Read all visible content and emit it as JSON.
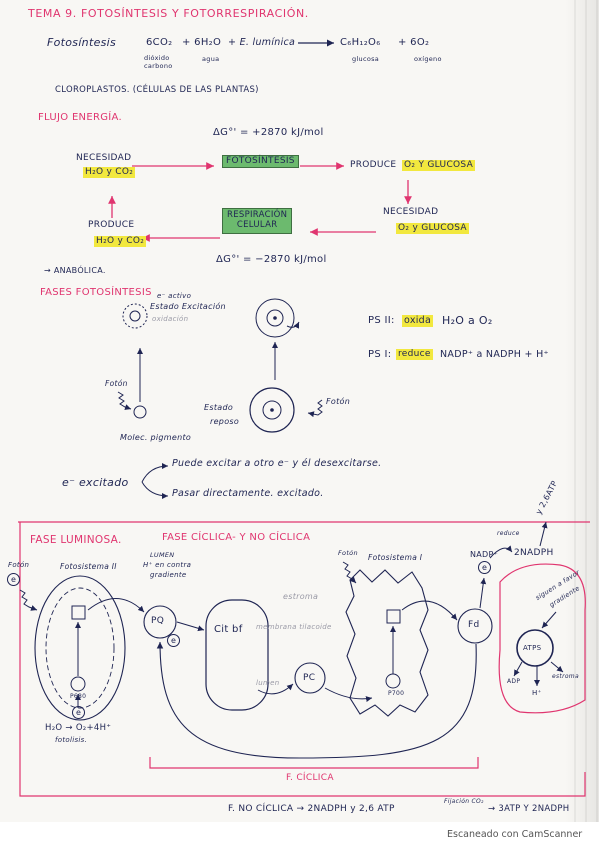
{
  "colors": {
    "ink": "#1f2553",
    "pink": "#e0356f",
    "highlight_yellow": "#f2e83e",
    "highlight_green": "#6cba6e",
    "paper": "#f8f7f4"
  },
  "document": {
    "title": "TEMA 9. FOTOSÍNTESIS Y FOTORRESPIRACIÓN.",
    "watermark": "Escaneado con CamScanner"
  },
  "electron_symbol": "e",
  "equation": {
    "label": "Fotosíntesis",
    "co2": "6CO₂",
    "h2o": "+ 6H₂O",
    "energy": "+ E. lumínica",
    "glucose": "C₆H₁₂O₆",
    "o2": "+ 6O₂",
    "co2_note_1": "dióxido",
    "co2_note_2": "carbono",
    "h2o_note": "agua",
    "glucose_note": "glucosa",
    "o2_note": "oxígeno"
  },
  "chloroplasts": "CLOROPLASTOS. (CÉLULAS DE LAS PLANTAS)",
  "energy_flow": {
    "heading": "FLUJO ENERGÍA.",
    "dg_positive": "ΔG°' = +2870 kJ/mol",
    "dg_negative": "ΔG°' = −2870 kJ/mol",
    "need_left_label": "NECESIDAD",
    "need_left_value": "H₂O y CO₂",
    "photosynthesis": "FOTOSÍNTESIS",
    "produce_right_label": "PRODUCE",
    "produce_right_value": "O₂ Y GLUCOSA",
    "need_right_label": "NECESIDAD",
    "need_right_value": "O₂ y GLUCOSA",
    "respiration_1": "RESPIRACIÓN",
    "respiration_2": "CELULAR",
    "produce_left_label": "PRODUCE",
    "produce_left_value": "H₂O y CO₂",
    "anabolic": "→ ANABÓLICA."
  },
  "phases": {
    "heading": "FASES FOTOSÍNTESIS",
    "excited_1": "e⁻ activo",
    "excited_2": "Estado Excitación",
    "excited_3": "oxidación",
    "photon": "Fotón",
    "pigment": "Molec. pigmento",
    "rest_1": "Estado",
    "rest_2": "reposo",
    "ps2_label": "PS II:",
    "ps2_verb": "oxida",
    "ps2_rest": "H₂O a O₂",
    "ps1_label": "PS I:",
    "ps1_verb": "reduce",
    "ps1_rest": "NADP⁺ a NADPH + H⁺"
  },
  "excited_electron": {
    "label": "e⁻ excitado",
    "option_1": "Puede excitar a otro e⁻ y él desexcitarse.",
    "option_2": "Pasar directamente. excitado."
  },
  "light_phase": {
    "heading": "FASE LUMINOSA.",
    "subheading": "FASE CÍCLICA- Y NO CÍCLICA",
    "photon": "Fotón",
    "ps2": "Fotosistema II",
    "ps1": "Fotosistema I",
    "lumen_note_1": "LUMEN",
    "lumen_note_2": "H⁺ en contra",
    "lumen_note_3": "gradiente",
    "pq": "PQ",
    "cytbf": "Cit bf",
    "stroma": "estroma",
    "membrane": "membrana tilacoide",
    "lumen": "lumen",
    "pc": "PC",
    "p680": "P680",
    "p700": "P700",
    "fd": "Fd",
    "nadp": "NADP⁺",
    "reduce": "reduce",
    "nadph": "2NADPH",
    "atp_yield": "y 2,6ATP",
    "atps": "ATPS",
    "atps_note_1": "siguen a favor",
    "atps_note_2": "gradiente",
    "adp": "ADP",
    "h_plus": "H⁺",
    "photolysis_eq": "H₂O → O₂+4H⁺",
    "photolysis": "fotolisis.",
    "cyclic": "F. CÍCLICA",
    "noncyclic": "F. NO CÍCLICA → 2NADPH y 2,6 ATP",
    "co2_fixation": "Fijación CO₂",
    "fixation_result": "→ 3ATP Y 2NADPH"
  }
}
